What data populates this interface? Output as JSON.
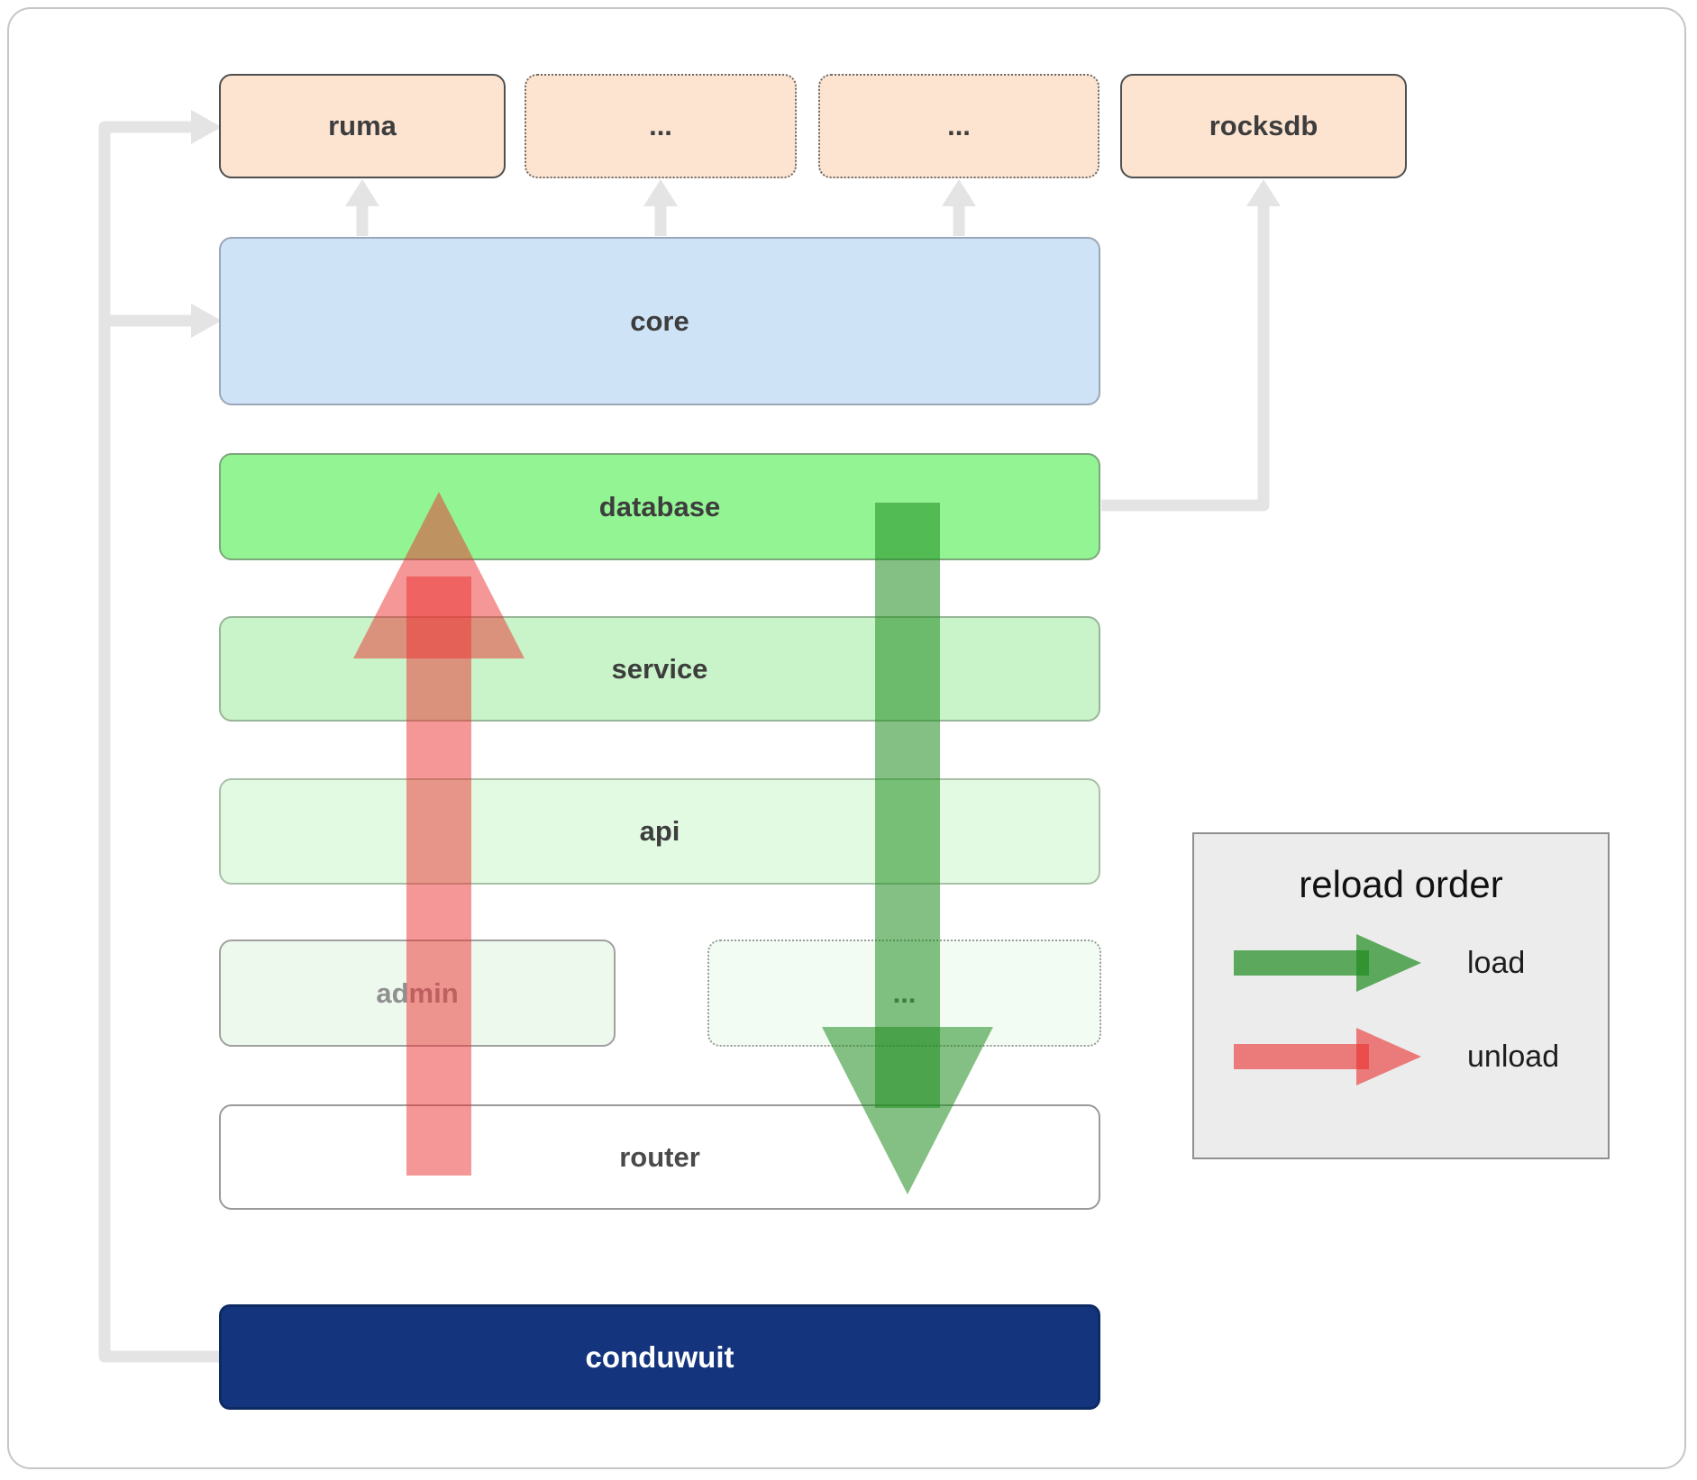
{
  "nodes": {
    "ruma": {
      "label": "ruma"
    },
    "ext1": {
      "label": "..."
    },
    "ext2": {
      "label": "..."
    },
    "rocksdb": {
      "label": "rocksdb"
    },
    "core": {
      "label": "core"
    },
    "database": {
      "label": "database"
    },
    "service": {
      "label": "service"
    },
    "api": {
      "label": "api"
    },
    "admin": {
      "label": "admin"
    },
    "more": {
      "label": "..."
    },
    "router": {
      "label": "router"
    },
    "conduwuit": {
      "label": "conduwuit"
    }
  },
  "legend": {
    "title": "reload order",
    "items": [
      {
        "label": "load"
      },
      {
        "label": "unload"
      }
    ]
  },
  "colors": {
    "peach": "#fce4d1",
    "blue": "#cfe3f6",
    "db": "#93f493",
    "service": "#c9f4c9",
    "api": "#e2fae2",
    "admin": "#eef9ee",
    "more": "#f3fcf3",
    "navy": "#14357d",
    "load": "#1f8c1f",
    "unload": "#eb2f2f",
    "connector": "#e4e4e4",
    "legend-bg": "#ececec"
  }
}
